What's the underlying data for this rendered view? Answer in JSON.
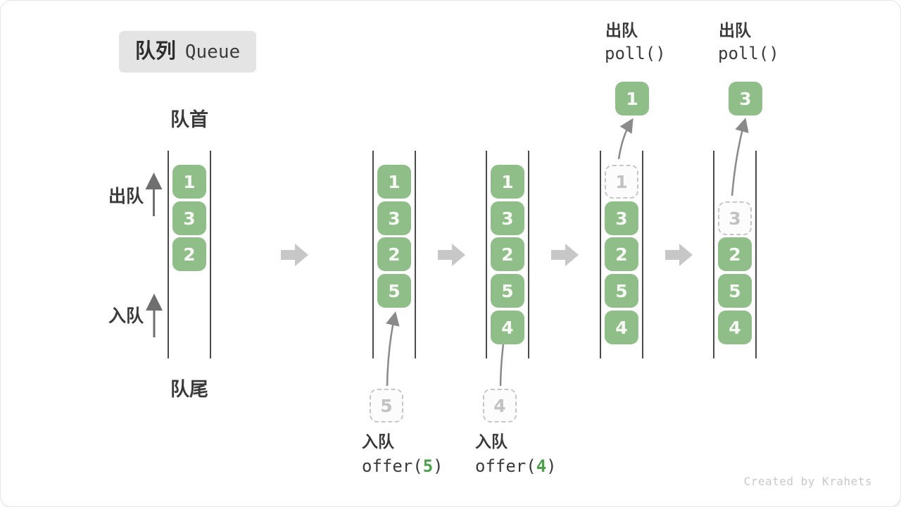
{
  "title": {
    "zh": "队列",
    "en": "Queue"
  },
  "labels": {
    "front": "队首",
    "rear": "队尾",
    "dequeue": "出队",
    "enqueue": "入队"
  },
  "watermark": "Created by Krahets",
  "colors": {
    "cell_green": "#8FBE88",
    "code_green": "#4CA04C",
    "dashed_gray": "#C6C6C6",
    "wall_gray": "#4A4A4A",
    "flow_arrow_gray": "#C7C7C7",
    "thin_arrow_gray": "#8A8A8A",
    "side_arrow_gray": "#6F6F6F",
    "badge_bg": "#E4E4E4"
  },
  "states": [
    {
      "name": "initial",
      "cells": [
        {
          "value": "1",
          "slot": 0,
          "removed": false
        },
        {
          "value": "3",
          "slot": 1,
          "removed": false
        },
        {
          "value": "2",
          "slot": 2,
          "removed": false
        }
      ]
    },
    {
      "name": "after-offer-5",
      "cells": [
        {
          "value": "1",
          "slot": 0,
          "removed": false
        },
        {
          "value": "3",
          "slot": 1,
          "removed": false
        },
        {
          "value": "2",
          "slot": 2,
          "removed": false
        },
        {
          "value": "5",
          "slot": 3,
          "removed": false
        }
      ],
      "below": {
        "pending_value": "5",
        "label": "入队",
        "code_pre": "offer(",
        "code_arg": "5",
        "code_post": ")"
      }
    },
    {
      "name": "after-offer-4",
      "cells": [
        {
          "value": "1",
          "slot": 0,
          "removed": false
        },
        {
          "value": "3",
          "slot": 1,
          "removed": false
        },
        {
          "value": "2",
          "slot": 2,
          "removed": false
        },
        {
          "value": "5",
          "slot": 3,
          "removed": false
        },
        {
          "value": "4",
          "slot": 4,
          "removed": false
        }
      ],
      "below": {
        "pending_value": "4",
        "label": "入队",
        "code_pre": "offer(",
        "code_arg": "4",
        "code_post": ")"
      }
    },
    {
      "name": "after-poll-1",
      "cells": [
        {
          "value": "1",
          "slot": 0,
          "removed": true
        },
        {
          "value": "3",
          "slot": 1,
          "removed": false
        },
        {
          "value": "2",
          "slot": 2,
          "removed": false
        },
        {
          "value": "5",
          "slot": 3,
          "removed": false
        },
        {
          "value": "4",
          "slot": 4,
          "removed": false
        }
      ],
      "above": {
        "result_value": "1",
        "label": "出队",
        "code": "poll()"
      }
    },
    {
      "name": "after-poll-3",
      "cells": [
        {
          "value": "3",
          "slot": 1,
          "removed": true
        },
        {
          "value": "2",
          "slot": 2,
          "removed": false
        },
        {
          "value": "5",
          "slot": 3,
          "removed": false
        },
        {
          "value": "4",
          "slot": 4,
          "removed": false
        }
      ],
      "above": {
        "result_value": "3",
        "label": "出队",
        "code": "poll()"
      }
    }
  ]
}
